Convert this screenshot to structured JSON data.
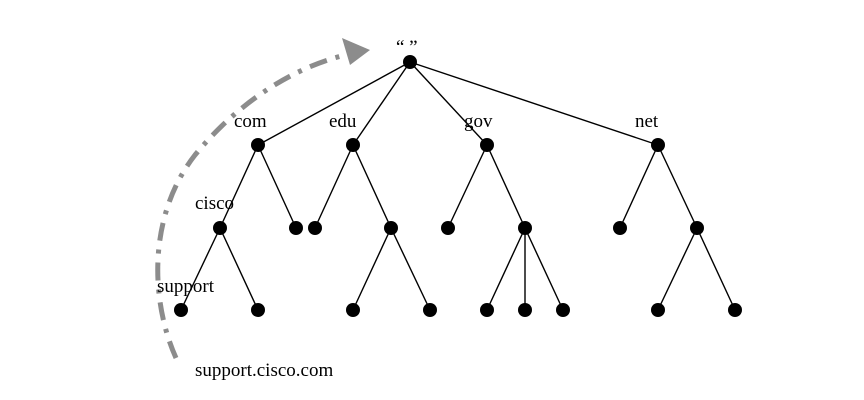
{
  "labels": {
    "root": "“ ”",
    "com": "com",
    "edu": "edu",
    "gov": "gov",
    "net": "net",
    "cisco": "cisco",
    "support": "support",
    "fqdn": "support.cisco.com"
  },
  "colors": {
    "tree": "#000000",
    "resolution_arrow": "#8c8c8c"
  },
  "tree": {
    "id": "root",
    "label_key": "root",
    "children": [
      {
        "id": "com",
        "label_key": "com",
        "children": [
          {
            "id": "cisco",
            "label_key": "cisco",
            "children": [
              {
                "id": "support",
                "label_key": "support",
                "children": []
              },
              {
                "id": "com-cisco-2",
                "children": []
              }
            ]
          },
          {
            "id": "com-2",
            "children": []
          }
        ]
      },
      {
        "id": "edu",
        "label_key": "edu",
        "children": [
          {
            "id": "edu-1",
            "children": []
          },
          {
            "id": "edu-2",
            "children": [
              {
                "id": "edu-2-1",
                "children": []
              },
              {
                "id": "edu-2-2",
                "children": []
              }
            ]
          }
        ]
      },
      {
        "id": "gov",
        "label_key": "gov",
        "children": [
          {
            "id": "gov-1",
            "children": []
          },
          {
            "id": "gov-2",
            "children": [
              {
                "id": "gov-2-1",
                "children": []
              },
              {
                "id": "gov-2-2",
                "children": []
              },
              {
                "id": "gov-2-3",
                "children": []
              }
            ]
          }
        ]
      },
      {
        "id": "net",
        "label_key": "net",
        "children": [
          {
            "id": "net-1",
            "children": []
          },
          {
            "id": "net-2",
            "children": [
              {
                "id": "net-2-1",
                "children": []
              },
              {
                "id": "net-2-2",
                "children": []
              }
            ]
          }
        ]
      }
    ]
  }
}
